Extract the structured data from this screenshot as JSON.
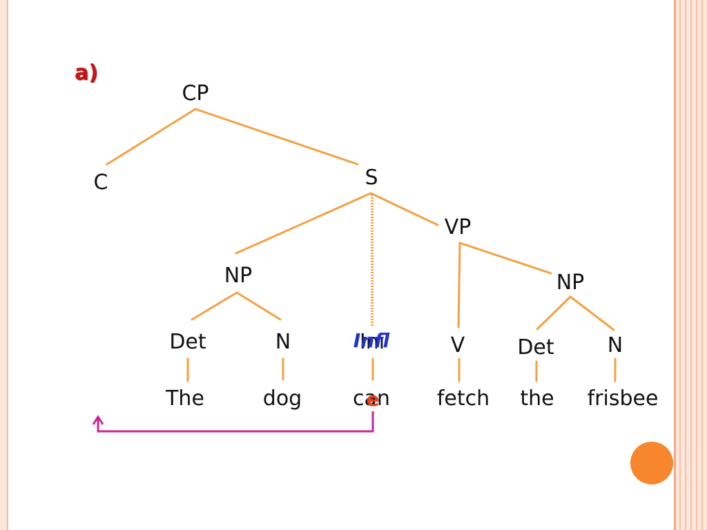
{
  "slide": {
    "part_label": "a)",
    "colors": {
      "branch": "#f5a040",
      "arrow": "#cc2299",
      "infl": "#2233cc",
      "trace": "#e8401c",
      "part_label": "#cc1111",
      "accent_circle": "#f7862c"
    }
  },
  "tree": {
    "cp": "CP",
    "c": "C",
    "s": "S",
    "vp": "VP",
    "np_subject": "NP",
    "np_object": "NP",
    "det_subject": "Det",
    "n_subject": "N",
    "infl_covered": "Ini",
    "infl": "Infl",
    "v": "V",
    "det_object": "Det",
    "n_object": "N"
  },
  "words": {
    "the_subject": "The",
    "dog": "dog",
    "can": "can",
    "trace": "e",
    "fetch": "fetch",
    "the_object": "the",
    "frisbee": "frisbee"
  }
}
